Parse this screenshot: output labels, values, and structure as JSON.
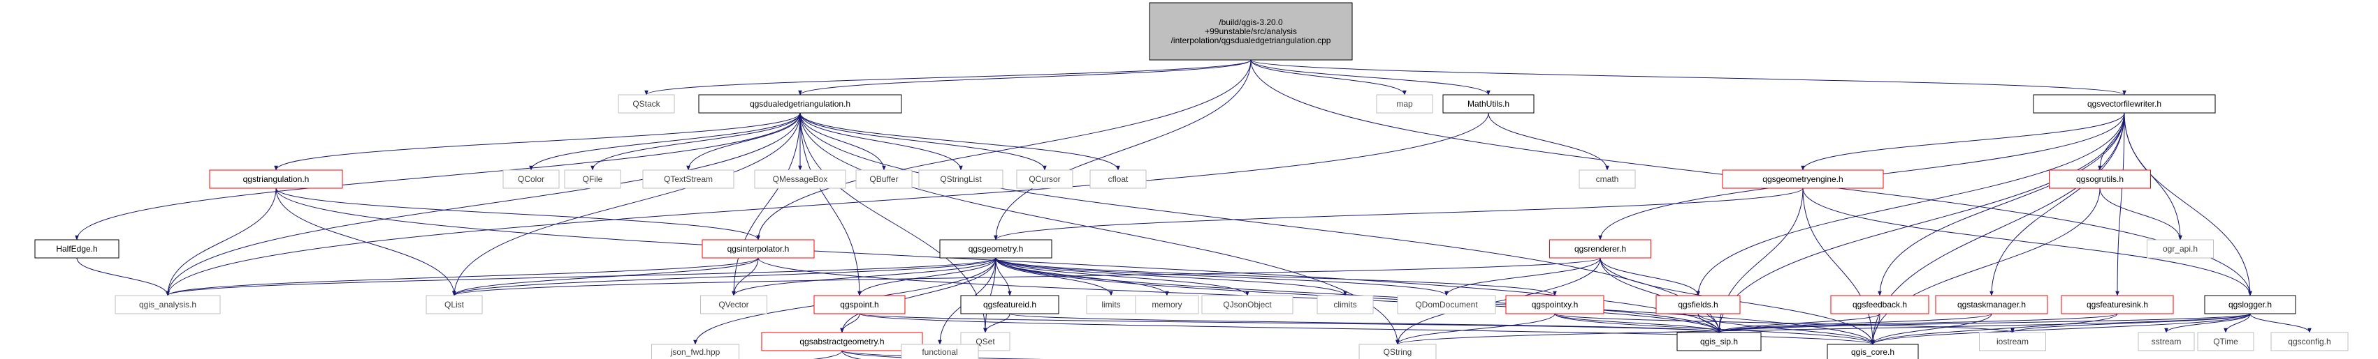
{
  "graph": {
    "root": "/build/qgis-3.20.0+99unstable/src/analysis/interpolation/qgsdualedgetriangulation.cpp",
    "colors": {
      "edge": "#191970",
      "root_fill": "#bfbfbf",
      "root_border": "#000000",
      "documented_border": "#000000",
      "undocumented_border": "#ff0000",
      "external_border": "#bfbfbf",
      "text": "#000000",
      "external_text": "#404040"
    },
    "nodes": [
      {
        "id": "root",
        "lines": [
          "/build/qgis-3.20.0",
          "+99unstable/src/analysis",
          "/interpolation/qgsdualedgetriangulation.cpp"
        ],
        "style": "root"
      },
      {
        "id": "qstack",
        "lines": [
          "QStack"
        ],
        "style": "external"
      },
      {
        "id": "qgsdualedge_h",
        "lines": [
          "qgsdualedgetriangulation.h"
        ],
        "style": "documented"
      },
      {
        "id": "map",
        "lines": [
          "map"
        ],
        "style": "external"
      },
      {
        "id": "mathutils",
        "lines": [
          "MathUtils.h"
        ],
        "style": "documented"
      },
      {
        "id": "cmath",
        "lines": [
          "cmath"
        ],
        "style": "external"
      },
      {
        "id": "qgsvectorfilewriter",
        "lines": [
          "qgsvectorfilewriter.h"
        ],
        "style": "documented"
      },
      {
        "id": "qgstriangulation",
        "lines": [
          "qgstriangulation.h"
        ],
        "style": "undocumented"
      },
      {
        "id": "qcolor",
        "lines": [
          "QColor"
        ],
        "style": "external"
      },
      {
        "id": "qfile",
        "lines": [
          "QFile"
        ],
        "style": "external"
      },
      {
        "id": "qtextstream",
        "lines": [
          "QTextStream"
        ],
        "style": "external"
      },
      {
        "id": "qmessagebox",
        "lines": [
          "QMessageBox"
        ],
        "style": "external"
      },
      {
        "id": "qbuffer",
        "lines": [
          "QBuffer"
        ],
        "style": "external"
      },
      {
        "id": "qstringlist",
        "lines": [
          "QStringList"
        ],
        "style": "external"
      },
      {
        "id": "qcursor",
        "lines": [
          "QCursor"
        ],
        "style": "external"
      },
      {
        "id": "cfloat",
        "lines": [
          "cfloat"
        ],
        "style": "external"
      },
      {
        "id": "halfedge",
        "lines": [
          "HalfEdge.h"
        ],
        "style": "documented"
      },
      {
        "id": "qgsinterpolator",
        "lines": [
          "qgsinterpolator.h"
        ],
        "style": "undocumented"
      },
      {
        "id": "qgsgeometry",
        "lines": [
          "qgsgeometry.h"
        ],
        "style": "documented"
      },
      {
        "id": "qgsrenderer",
        "lines": [
          "qgsrenderer.h"
        ],
        "style": "undocumented"
      },
      {
        "id": "qgsgeometryengine",
        "lines": [
          "qgsgeometryengine.h"
        ],
        "style": "undocumented"
      },
      {
        "id": "qgsogrutils",
        "lines": [
          "qgsogrutils.h"
        ],
        "style": "undocumented"
      },
      {
        "id": "ogr_api",
        "lines": [
          "ogr_api.h"
        ],
        "style": "external"
      },
      {
        "id": "qgis_analysis",
        "lines": [
          "qgis_analysis.h"
        ],
        "style": "external"
      },
      {
        "id": "qlist",
        "lines": [
          "QList"
        ],
        "style": "external"
      },
      {
        "id": "qvector",
        "lines": [
          "QVector"
        ],
        "style": "external"
      },
      {
        "id": "qgspoint",
        "lines": [
          "qgspoint.h"
        ],
        "style": "undocumented"
      },
      {
        "id": "qgsfeatureid",
        "lines": [
          "qgsfeatureid.h"
        ],
        "style": "documented"
      },
      {
        "id": "limits",
        "lines": [
          "limits"
        ],
        "style": "external"
      },
      {
        "id": "memory",
        "lines": [
          "memory"
        ],
        "style": "external"
      },
      {
        "id": "qjsonobject",
        "lines": [
          "QJsonObject"
        ],
        "style": "external"
      },
      {
        "id": "climits",
        "lines": [
          "climits"
        ],
        "style": "external"
      },
      {
        "id": "qdomdocument",
        "lines": [
          "QDomDocument"
        ],
        "style": "external"
      },
      {
        "id": "qgspointxy",
        "lines": [
          "qgspointxy.h"
        ],
        "style": "undocumented"
      },
      {
        "id": "qgsfields",
        "lines": [
          "qgsfields.h"
        ],
        "style": "undocumented"
      },
      {
        "id": "qgsfeedback",
        "lines": [
          "qgsfeedback.h"
        ],
        "style": "undocumented"
      },
      {
        "id": "qgstaskmanager",
        "lines": [
          "qgstaskmanager.h"
        ],
        "style": "undocumented"
      },
      {
        "id": "qgsfeaturesink",
        "lines": [
          "qgsfeaturesink.h"
        ],
        "style": "undocumented"
      },
      {
        "id": "qgslogger",
        "lines": [
          "qgslogger.h"
        ],
        "style": "documented"
      },
      {
        "id": "qgsabstractgeometry",
        "lines": [
          "qgsabstractgeometry.h"
        ],
        "style": "undocumented"
      },
      {
        "id": "qset",
        "lines": [
          "QSet"
        ],
        "style": "external"
      },
      {
        "id": "qgis_sip",
        "lines": [
          "qgis_sip.h"
        ],
        "style": "documented"
      },
      {
        "id": "iostream",
        "lines": [
          "iostream"
        ],
        "style": "external"
      },
      {
        "id": "sstream",
        "lines": [
          "sstream"
        ],
        "style": "external"
      },
      {
        "id": "qtime",
        "lines": [
          "QTime"
        ],
        "style": "external"
      },
      {
        "id": "qgsconfig",
        "lines": [
          "qgsconfig.h"
        ],
        "style": "external"
      },
      {
        "id": "json_fwd",
        "lines": [
          "json_fwd.hpp"
        ],
        "style": "external"
      },
      {
        "id": "functional",
        "lines": [
          "functional"
        ],
        "style": "external"
      },
      {
        "id": "qstring",
        "lines": [
          "QString"
        ],
        "style": "external"
      },
      {
        "id": "qgis_core",
        "lines": [
          "qgis_core.h"
        ],
        "style": "documented"
      }
    ],
    "edges": [
      [
        "root",
        "qstack"
      ],
      [
        "root",
        "qgsdualedge_h"
      ],
      [
        "root",
        "map"
      ],
      [
        "root",
        "mathutils"
      ],
      [
        "root",
        "qgsvectorfilewriter"
      ],
      [
        "root",
        "qgsinterpolator"
      ],
      [
        "root",
        "qgsgeometry"
      ],
      [
        "root",
        "qgslogger"
      ],
      [
        "qgsdualedge_h",
        "qgstriangulation"
      ],
      [
        "qgsdualedge_h",
        "qcolor"
      ],
      [
        "qgsdualedge_h",
        "qfile"
      ],
      [
        "qgsdualedge_h",
        "qtextstream"
      ],
      [
        "qgsdualedge_h",
        "qmessagebox"
      ],
      [
        "qgsdualedge_h",
        "qbuffer"
      ],
      [
        "qgsdualedge_h",
        "qstringlist"
      ],
      [
        "qgsdualedge_h",
        "qcursor"
      ],
      [
        "qgsdualedge_h",
        "cfloat"
      ],
      [
        "qgsdualedge_h",
        "halfedge"
      ],
      [
        "qgsdualedge_h",
        "qgis_analysis"
      ],
      [
        "qgsdualedge_h",
        "qlist"
      ],
      [
        "qgsdualedge_h",
        "qgspoint"
      ],
      [
        "qgsdualedge_h",
        "qgis_sip"
      ],
      [
        "qgsdualedge_h",
        "qvector"
      ],
      [
        "qgsdualedge_h",
        "qset"
      ],
      [
        "qgsdualedge_h",
        "qstring"
      ],
      [
        "mathutils",
        "cmath"
      ],
      [
        "mathutils",
        "qgis_analysis"
      ],
      [
        "qgstriangulation",
        "qgis_analysis"
      ],
      [
        "qgstriangulation",
        "qlist"
      ],
      [
        "qgstriangulation",
        "qgsinterpolator"
      ],
      [
        "qgstriangulation",
        "qgis_sip"
      ],
      [
        "halfedge",
        "qgis_analysis"
      ],
      [
        "qgsinterpolator",
        "qgis_analysis"
      ],
      [
        "qgsinterpolator",
        "qvector"
      ],
      [
        "qgsinterpolator",
        "qlist"
      ],
      [
        "qgsinterpolator",
        "qgis_sip"
      ],
      [
        "qgsvectorfilewriter",
        "qgsgeometryengine"
      ],
      [
        "qgsvectorfilewriter",
        "qgsrenderer"
      ],
      [
        "qgsvectorfilewriter",
        "qgsogrutils"
      ],
      [
        "qgsvectorfilewriter",
        "ogr_api"
      ],
      [
        "qgsvectorfilewriter",
        "qgsfields"
      ],
      [
        "qgsvectorfilewriter",
        "qgsfeedback"
      ],
      [
        "qgsvectorfilewriter",
        "qgstaskmanager"
      ],
      [
        "qgsvectorfilewriter",
        "qgsfeaturesink"
      ],
      [
        "qgsvectorfilewriter",
        "qgis_sip"
      ],
      [
        "qgsvectorfilewriter",
        "qgis_core"
      ],
      [
        "qgsvectorfilewriter",
        "qgslogger"
      ],
      [
        "qgsgeometryengine",
        "qgsgeometry"
      ],
      [
        "qgsgeometryengine",
        "qgis_sip"
      ],
      [
        "qgsgeometryengine",
        "qgis_core"
      ],
      [
        "qgsgeometryengine",
        "qgslogger"
      ],
      [
        "qgsogrutils",
        "ogr_api"
      ],
      [
        "qgsogrutils",
        "qgis_core"
      ],
      [
        "qgsgeometry",
        "qlist"
      ],
      [
        "qgsgeometry",
        "qvector"
      ],
      [
        "qgsgeometry",
        "qgis_analysis"
      ],
      [
        "qgsgeometry",
        "qgspoint"
      ],
      [
        "qgsgeometry",
        "qgsfeatureid"
      ],
      [
        "qgsgeometry",
        "limits"
      ],
      [
        "qgsgeometry",
        "memory"
      ],
      [
        "qgsgeometry",
        "qjsonobject"
      ],
      [
        "qgsgeometry",
        "climits"
      ],
      [
        "qgsgeometry",
        "qdomdocument"
      ],
      [
        "qgsgeometry",
        "qgspointxy"
      ],
      [
        "qgsgeometry",
        "qgis_sip"
      ],
      [
        "qgsgeometry",
        "qgis_core"
      ],
      [
        "qgsgeometry",
        "qset"
      ],
      [
        "qgsgeometry",
        "json_fwd"
      ],
      [
        "qgsgeometry",
        "functional"
      ],
      [
        "qgsgeometry",
        "qgsabstractgeometry"
      ],
      [
        "qgsrenderer",
        "qgsfields"
      ],
      [
        "qgsrenderer",
        "qdomdocument"
      ],
      [
        "qgsrenderer",
        "qgis_sip"
      ],
      [
        "qgsrenderer",
        "qgis_core"
      ],
      [
        "qgsrenderer",
        "qstring"
      ],
      [
        "qgsrenderer",
        "qlist"
      ],
      [
        "qgspoint",
        "qgsabstractgeometry"
      ],
      [
        "qgspoint",
        "qgis_sip"
      ],
      [
        "qgspoint",
        "qgis_core"
      ],
      [
        "qgsfeatureid",
        "qset"
      ],
      [
        "qgsfeatureid",
        "qgis_sip"
      ],
      [
        "qgspointxy",
        "qgis_sip"
      ],
      [
        "qgspointxy",
        "qgis_core"
      ],
      [
        "qgspointxy",
        "qstring"
      ],
      [
        "qgspointxy",
        "iostream"
      ],
      [
        "qgsfields",
        "qgis_sip"
      ],
      [
        "qgsfields",
        "qgis_core"
      ],
      [
        "qgsfeedback",
        "qgis_sip"
      ],
      [
        "qgsfeedback",
        "qgis_core"
      ],
      [
        "qgstaskmanager",
        "qgis_sip"
      ],
      [
        "qgstaskmanager",
        "qgis_core"
      ],
      [
        "qgsfeaturesink",
        "qgis_sip"
      ],
      [
        "qgsfeaturesink",
        "qgis_core"
      ],
      [
        "qgslogger",
        "qgis_sip"
      ],
      [
        "qgslogger",
        "iostream"
      ],
      [
        "qgslogger",
        "sstream"
      ],
      [
        "qgslogger",
        "qtime"
      ],
      [
        "qgslogger",
        "qgsconfig"
      ],
      [
        "qgslogger",
        "qgis_core"
      ],
      [
        "qgslogger",
        "qstring"
      ],
      [
        "qgsabstractgeometry",
        "json_fwd"
      ],
      [
        "qgsabstractgeometry",
        "functional"
      ],
      [
        "qgsabstractgeometry",
        "qstring"
      ],
      [
        "qgsabstractgeometry",
        "qgis_core"
      ]
    ]
  }
}
